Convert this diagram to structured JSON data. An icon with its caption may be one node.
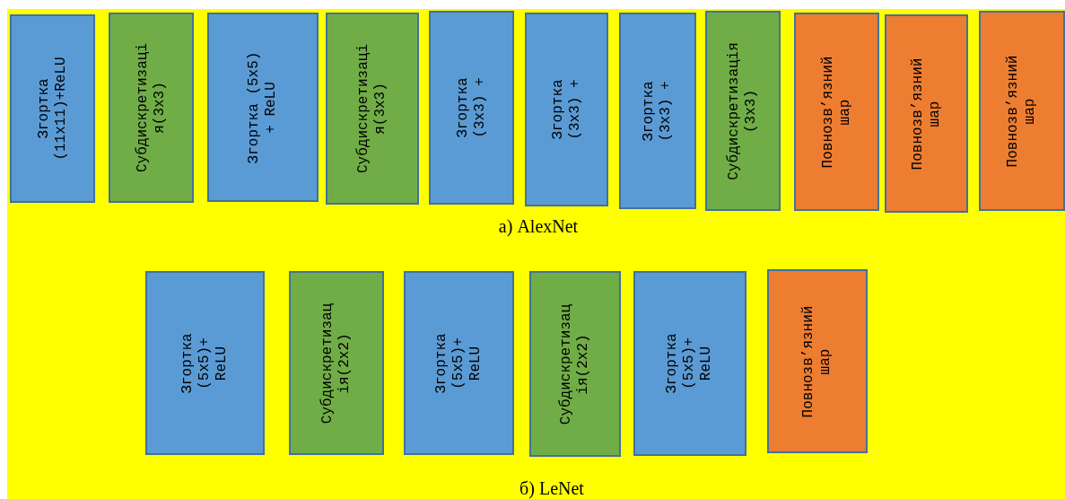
{
  "diagram": {
    "nodes": [
      {
        "text": [
          "Згортка (11x11)+ReLU"
        ]
      },
      {
        "text": [
          "Субдискретизаці я(3x3)"
        ]
      },
      {
        "text": [
          "Згортка (5x5) + ReLU"
        ]
      },
      {
        "text": [
          "Субдискретизаці я(3x3)"
        ]
      },
      {
        "text": [
          "Згортка (3x3) +"
        ]
      },
      {
        "text": [
          "Згортка (3x3) +"
        ]
      },
      {
        "text": [
          "Згортка (3x3) +"
        ]
      },
      {
        "text": [
          "Субдискретизація (3x3)"
        ]
      },
      {
        "text": [
          "Повнозв’язний шар"
        ]
      },
      {
        "text": [
          "Повнозв’язний шар"
        ]
      },
      {
        "text": [
          "Повнозв’язний шар"
        ]
      },
      {
        "text": [
          "Згортка (5x5)+ ReLU"
        ]
      },
      {
        "text": [
          "Субдискретизац ія(2x2)"
        ]
      },
      {
        "text": [
          "Згортка (5x5)+ ReLU"
        ]
      },
      {
        "text": [
          "Субдискретизац ія(2x2)"
        ]
      },
      {
        "text": [
          "Згортка (5x5)+ ReLU"
        ]
      },
      {
        "text": [
          "Повнозв’язний шар"
        ]
      }
    ],
    "labels": [
      "а) AlexNet",
      "б) LeNet"
    ]
  }
}
